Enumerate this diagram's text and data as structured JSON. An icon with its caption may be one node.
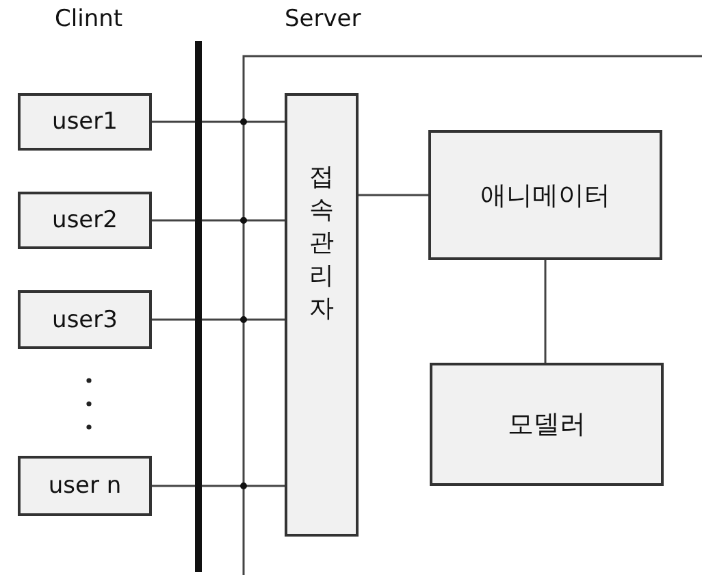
{
  "diagram": {
    "nodes": [
      {
        "text": [
          "user1"
        ]
      },
      {
        "text": [
          "user2"
        ]
      },
      {
        "text": [
          "user3"
        ]
      },
      {
        "text": [
          "user n"
        ]
      },
      {
        "text": [
          "접속관리자"
        ]
      },
      {
        "text": [
          "애니메이터"
        ]
      },
      {
        "text": [
          "모델러"
        ]
      }
    ],
    "edges": [
      {
        "from": 0,
        "to": 4,
        "arrow": "none"
      },
      {
        "from": 1,
        "to": 4,
        "arrow": "none"
      },
      {
        "from": 2,
        "to": 4,
        "arrow": "none"
      },
      {
        "from": 3,
        "to": 4,
        "arrow": "none"
      },
      {
        "from": 4,
        "to": 5,
        "arrow": "none"
      },
      {
        "from": 5,
        "to": 6,
        "arrow": "none"
      }
    ],
    "labels": [
      "Clinnt",
      "Server"
    ]
  }
}
